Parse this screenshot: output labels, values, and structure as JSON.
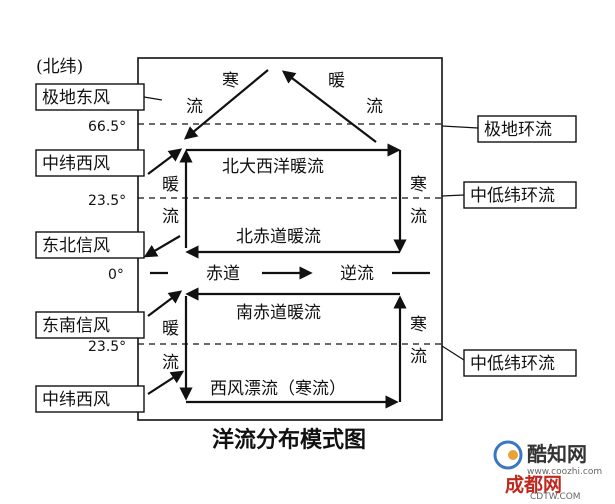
{
  "hemisphere_label": "(北纬)",
  "title": "洋流分布模式图",
  "winds": {
    "polar_east": "极地东风",
    "mid_west_upper": "中纬西风",
    "ne_trade": "东北信风",
    "se_trade": "东南信风",
    "mid_west_lower": "中纬西风"
  },
  "circulations": {
    "polar": "极地环流",
    "low_mid_upper": "中低纬环流",
    "low_mid_lower": "中低纬环流"
  },
  "latitudes": {
    "lat_665": "66.5°",
    "lat_235_n": "23.5°",
    "lat_0": "0°",
    "lat_235_s": "23.5°"
  },
  "currents": {
    "cold_left_1": "寒",
    "cold_left_2": "流",
    "warm_right_1": "暖",
    "warm_right_2": "流",
    "north_atlantic": "北大西洋暖流",
    "north_equatorial": "北赤道暖流",
    "warm_left_upper_1": "暖",
    "warm_left_upper_2": "流",
    "cold_right_upper_1": "寒",
    "cold_right_upper_2": "流",
    "equator_1": "赤道",
    "equator_2": "逆流",
    "south_equatorial": "南赤道暖流",
    "west_wind_drift": "西风漂流（寒流）",
    "warm_left_lower_1": "暖",
    "warm_left_lower_2": "流",
    "cold_right_lower_1": "寒",
    "cold_right_lower_2": "流"
  },
  "watermark": {
    "brand1": "酷知网",
    "url": "www.coozhi.com",
    "brand2": "成都网",
    "brand2_url": "CDTW.COM"
  },
  "colors": {
    "watermark_red": "#c0281e",
    "watermark_blue": "#3a76c4"
  }
}
